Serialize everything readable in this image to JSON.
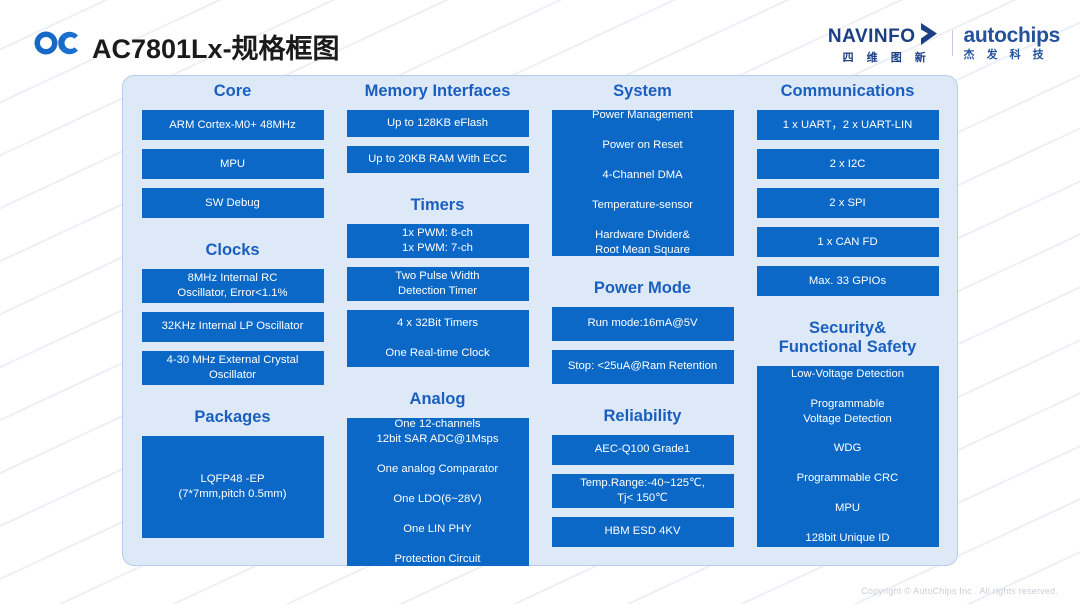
{
  "header": {
    "logo_icon": "oc-logo-icon",
    "title": "AC7801Lx-规格框图",
    "navinfo": {
      "en": "NAVINFO",
      "cn": "四 维 图 新",
      "chevron_icon": "chevron-right-icon"
    },
    "autochips": {
      "en": "autochips",
      "cn": "杰 发 科 技"
    }
  },
  "footer": {
    "copyright": "Copyright © AutoChips Inc . All rights reserved."
  },
  "colors": {
    "panel_bg": "#dee9f8",
    "panel_border": "#b6cdeb",
    "box_blue": "#0b68c7",
    "heading_blue": "#1a5fc0",
    "brand_blue": "#24519c"
  },
  "columns": [
    {
      "name": "core",
      "sections": [
        {
          "title": "Core",
          "boxes": [
            {
              "lines": [
                "ARM Cortex-M0+ 48MHz"
              ],
              "h": 30
            },
            {
              "lines": [
                "MPU"
              ],
              "h": 30
            },
            {
              "lines": [
                "SW Debug"
              ],
              "h": 30
            }
          ]
        },
        {
          "title": "Clocks",
          "boxes": [
            {
              "lines": [
                "8MHz Internal RC",
                "Oscillator, Error<1.1%"
              ],
              "h": 34
            },
            {
              "lines": [
                "32KHz Internal LP Oscillator"
              ],
              "h": 30
            },
            {
              "lines": [
                "4-30 MHz External Crystal",
                "Oscillator"
              ],
              "h": 34
            }
          ]
        },
        {
          "title": "Packages",
          "boxes": [
            {
              "lines": [
                "LQFP48 -EP",
                "(7*7mm,pitch 0.5mm)"
              ],
              "h": 102
            }
          ]
        }
      ]
    },
    {
      "name": "memory-interfaces",
      "sections": [
        {
          "title": "Memory Interfaces",
          "boxes": [
            {
              "lines": [
                "Up to 128KB eFlash"
              ],
              "h": 30
            },
            {
              "lines": [
                "Up to 20KB RAM With ECC"
              ],
              "h": 30
            }
          ]
        },
        {
          "title": "Timers",
          "boxes": [
            {
              "lines": [
                "1x PWM: 8-ch",
                "1x PWM: 7-ch"
              ],
              "h": 34
            },
            {
              "lines": [
                "Two Pulse Width",
                "Detection Timer"
              ],
              "h": 34
            },
            {
              "lines": [
                "4 x 32Bit Timers",
                "One Real-time Clock"
              ],
              "h": 57,
              "spaced": true
            }
          ]
        },
        {
          "title": "Analog",
          "boxes": [
            {
              "lines": [
                "One 12-channels",
                "12bit SAR ADC@1Msps",
                "One analog Comparator",
                "One LDO(6~28V)",
                "One LIN PHY",
                "Protection Circuit"
              ],
              "h": 148,
              "spaced": true,
              "pair_first": true
            }
          ]
        }
      ]
    },
    {
      "name": "system",
      "sections": [
        {
          "title": "System",
          "boxes": [
            {
              "lines": [
                "Power Management",
                "Power on Reset",
                "4-Channel DMA",
                "Temperature-sensor",
                "Hardware Divider&",
                "Root Mean Square"
              ],
              "h": 146,
              "spaced": true,
              "pair_last": true
            }
          ]
        },
        {
          "title": "Power Mode",
          "boxes": [
            {
              "lines": [
                "Run mode:16mA@5V"
              ],
              "h": 34
            },
            {
              "lines": [
                "Stop: <25uA@Ram Retention"
              ],
              "h": 34
            }
          ]
        },
        {
          "title": "Reliability",
          "boxes": [
            {
              "lines": [
                "AEC-Q100 Grade1"
              ],
              "h": 30
            },
            {
              "lines": [
                "Temp.Range:-40~125℃,",
                "Tj< 150℃"
              ],
              "h": 34
            },
            {
              "lines": [
                "HBM ESD  4KV"
              ],
              "h": 30
            }
          ]
        }
      ]
    },
    {
      "name": "communications",
      "sections": [
        {
          "title": "Communications",
          "boxes": [
            {
              "lines": [
                "1 x UART，2 x UART-LIN"
              ],
              "h": 30
            },
            {
              "lines": [
                "2 x I2C"
              ],
              "h": 30
            },
            {
              "lines": [
                "2 x SPI"
              ],
              "h": 30
            },
            {
              "lines": [
                "1 x CAN FD"
              ],
              "h": 30
            },
            {
              "lines": [
                "Max. 33 GPIOs"
              ],
              "h": 30
            }
          ]
        },
        {
          "title": "Security&\nFunctional Safety",
          "boxes": [
            {
              "lines": [
                "Low-Voltage Detection",
                "Programmable",
                "Voltage Detection",
                "WDG",
                "Programmable CRC",
                "MPU",
                "128bit Unique ID"
              ],
              "h": 181,
              "spaced": true,
              "pair_mid": true
            }
          ]
        }
      ]
    }
  ]
}
